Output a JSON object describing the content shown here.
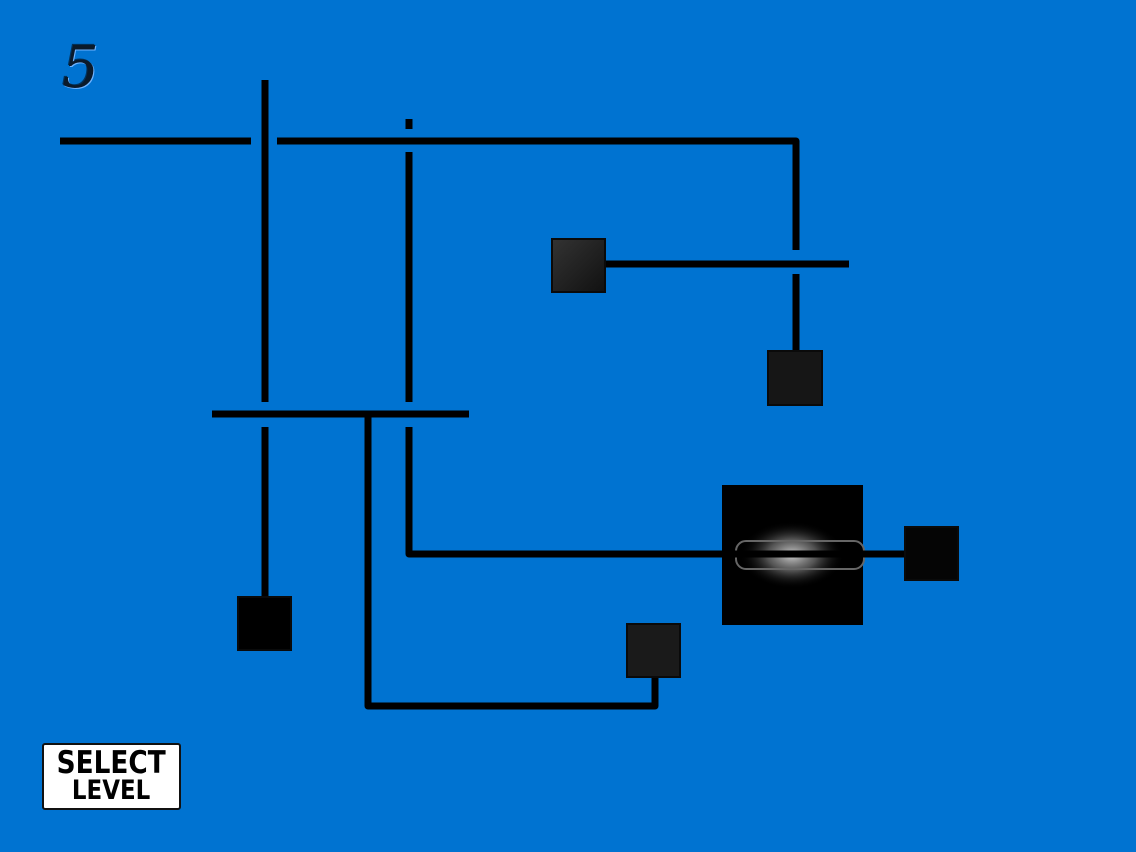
{
  "level": {
    "number": "5"
  },
  "buttons": {
    "select_level_line1": "SELECT",
    "select_level_line2": "LEVEL"
  },
  "colors": {
    "background": "#0073d1",
    "wire": "#000000",
    "terminal": "#1a1a1a",
    "button_bg": "#ffffff"
  }
}
